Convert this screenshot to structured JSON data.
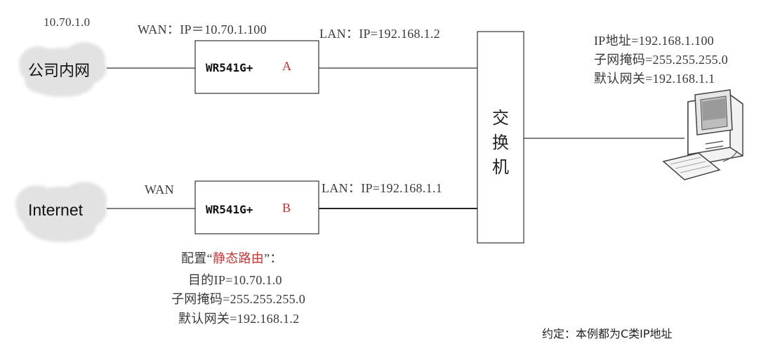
{
  "clouds": {
    "company": {
      "label": "公司内网",
      "subnet": "10.70.1.0"
    },
    "internet": {
      "label": "Internet"
    }
  },
  "router_a": {
    "model": "WR541G+",
    "id": "A",
    "wan_label": "WAN：IP＝10.70.1.100",
    "lan_label": "LAN：IP=192.168.1.2"
  },
  "router_b": {
    "model": "WR541G+",
    "id": "B",
    "wan_label": "WAN",
    "lan_label": "LAN：IP=192.168.1.1",
    "config": {
      "prefix": "配置“",
      "highlight": "静态路由",
      "suffix": "”：",
      "dest": "目的IP=10.70.1.0",
      "mask": "子网掩码=255.255.255.0",
      "gateway": "默认网关=192.168.1.2"
    }
  },
  "switch": {
    "chars": [
      "交",
      "换",
      "机"
    ]
  },
  "pc": {
    "ip": "IP地址=192.168.1.100",
    "mask": "子网掩码=255.255.255.0",
    "gateway": "默认网关=192.168.1.1"
  },
  "note": "约定：本例都为C类IP地址",
  "colors": {
    "line": "#222222",
    "accent": "#c43a3a",
    "cloud": "#e4e4e4"
  }
}
